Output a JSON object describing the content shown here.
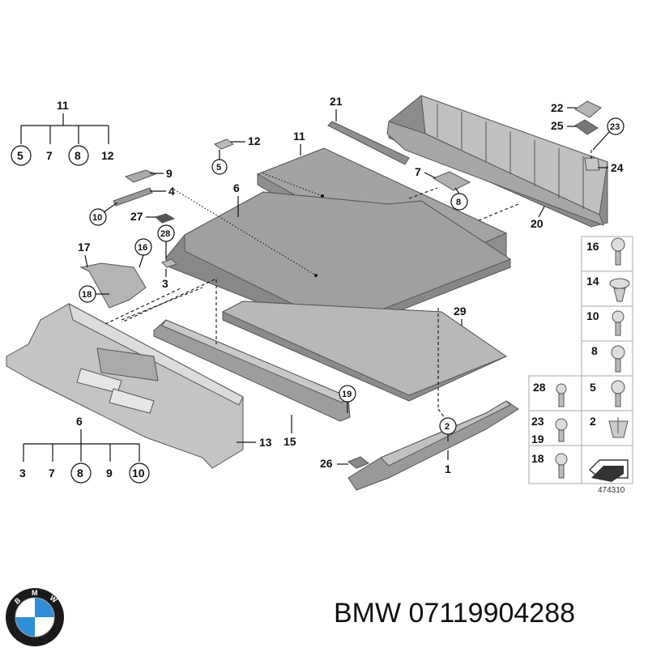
{
  "footer": {
    "brand": "BMW",
    "part_number": "07119904288"
  },
  "logo": {
    "name": "bmw-roundel",
    "text": "BMW",
    "colors": {
      "ring": "#1a1a1a",
      "blue": "#2e8fd6",
      "white": "#ffffff"
    }
  },
  "diagram_ref": "474310",
  "legend_group_top": {
    "header": "11",
    "items": [
      {
        "label": "5",
        "circled": true
      },
      {
        "label": "7",
        "circled": false
      },
      {
        "label": "8",
        "circled": true
      },
      {
        "label": "12",
        "circled": false
      }
    ]
  },
  "legend_group_bottom": {
    "header": "6",
    "items": [
      {
        "label": "3",
        "circled": false
      },
      {
        "label": "7",
        "circled": false
      },
      {
        "label": "8",
        "circled": true
      },
      {
        "label": "9",
        "circled": false
      },
      {
        "label": "10",
        "circled": true
      }
    ]
  },
  "callouts": {
    "c1": "1",
    "c2": "2",
    "c3": "3",
    "c4": "4",
    "c5": "5",
    "c6": "6",
    "c7": "7",
    "c8": "8",
    "c9": "9",
    "c10": "10",
    "c11": "11",
    "c12": "12",
    "c13": "13",
    "c15": "15",
    "c16": "16",
    "c17": "17",
    "c18": "18",
    "c19": "19",
    "c20": "20",
    "c21": "21",
    "c22": "22",
    "c23": "23",
    "c24": "24",
    "c25": "25",
    "c26": "26",
    "c27": "27",
    "c28": "28",
    "c29": "29"
  },
  "fastener_table": {
    "rows": [
      [
        "16"
      ],
      [
        "14"
      ],
      [
        "10"
      ],
      [
        "8"
      ],
      [
        "28",
        "5"
      ],
      [
        "23",
        "2"
      ],
      [
        "19"
      ],
      [
        "18"
      ]
    ]
  },
  "colors": {
    "panel": "#9a9a9a",
    "panel_light": "#c8c8c8",
    "panel_dark": "#7d7d7d",
    "line": "#111111"
  }
}
